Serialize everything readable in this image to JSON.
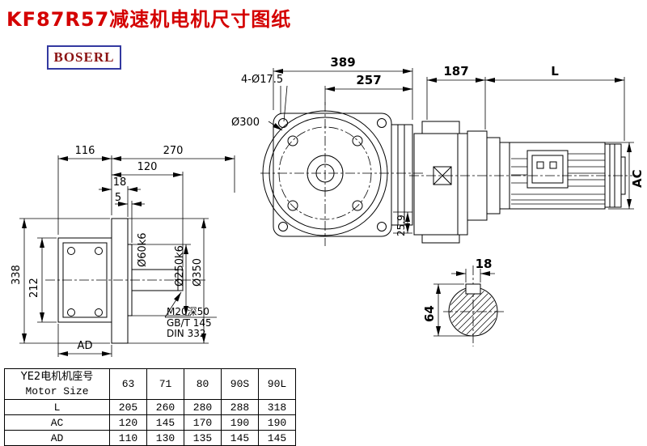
{
  "title": "KF87R57减速机电机尺寸图纸",
  "logo": "BOSERL",
  "front_view": {
    "overall_width": "389",
    "face_width": "257",
    "mount_holes": "4-Ø17.5",
    "flange_diameter": "Ø300",
    "corner_offset": "25.9"
  },
  "side_view": {
    "gearbox_length": "187",
    "motor_length": "L",
    "motor_height": "AC"
  },
  "output_view": {
    "housing_depth": "116",
    "total_depth": "270",
    "shaft_length": "120",
    "flange_thickness": "18",
    "spigot_depth": "5",
    "shaft_diameter": "Ø60k6",
    "spigot_diameter": "Ø250k6",
    "flange_outer_diameter": "Ø350",
    "total_height": "338",
    "housing_height": "212",
    "width_label": "AD",
    "thread_note": "M20深50",
    "standard_note1": "GB/T 145",
    "standard_note2": "DIN 332"
  },
  "shaft_section": {
    "key_width": "18",
    "section_height": "64"
  },
  "table": {
    "header_cn": "YE2电机机座号",
    "header_en": "Motor Size",
    "columns": [
      "63",
      "71",
      "80",
      "90S",
      "90L"
    ],
    "rows": [
      {
        "label": "L",
        "values": [
          "205",
          "260",
          "280",
          "288",
          "318"
        ]
      },
      {
        "label": "AC",
        "values": [
          "120",
          "145",
          "170",
          "190",
          "190"
        ]
      },
      {
        "label": "AD",
        "values": [
          "110",
          "130",
          "135",
          "145",
          "145"
        ]
      }
    ]
  },
  "colors": {
    "title_red": "#d40000",
    "logo_maroon": "#8b1212",
    "logo_border_blue": "#3339a0",
    "line_black": "#000000"
  }
}
